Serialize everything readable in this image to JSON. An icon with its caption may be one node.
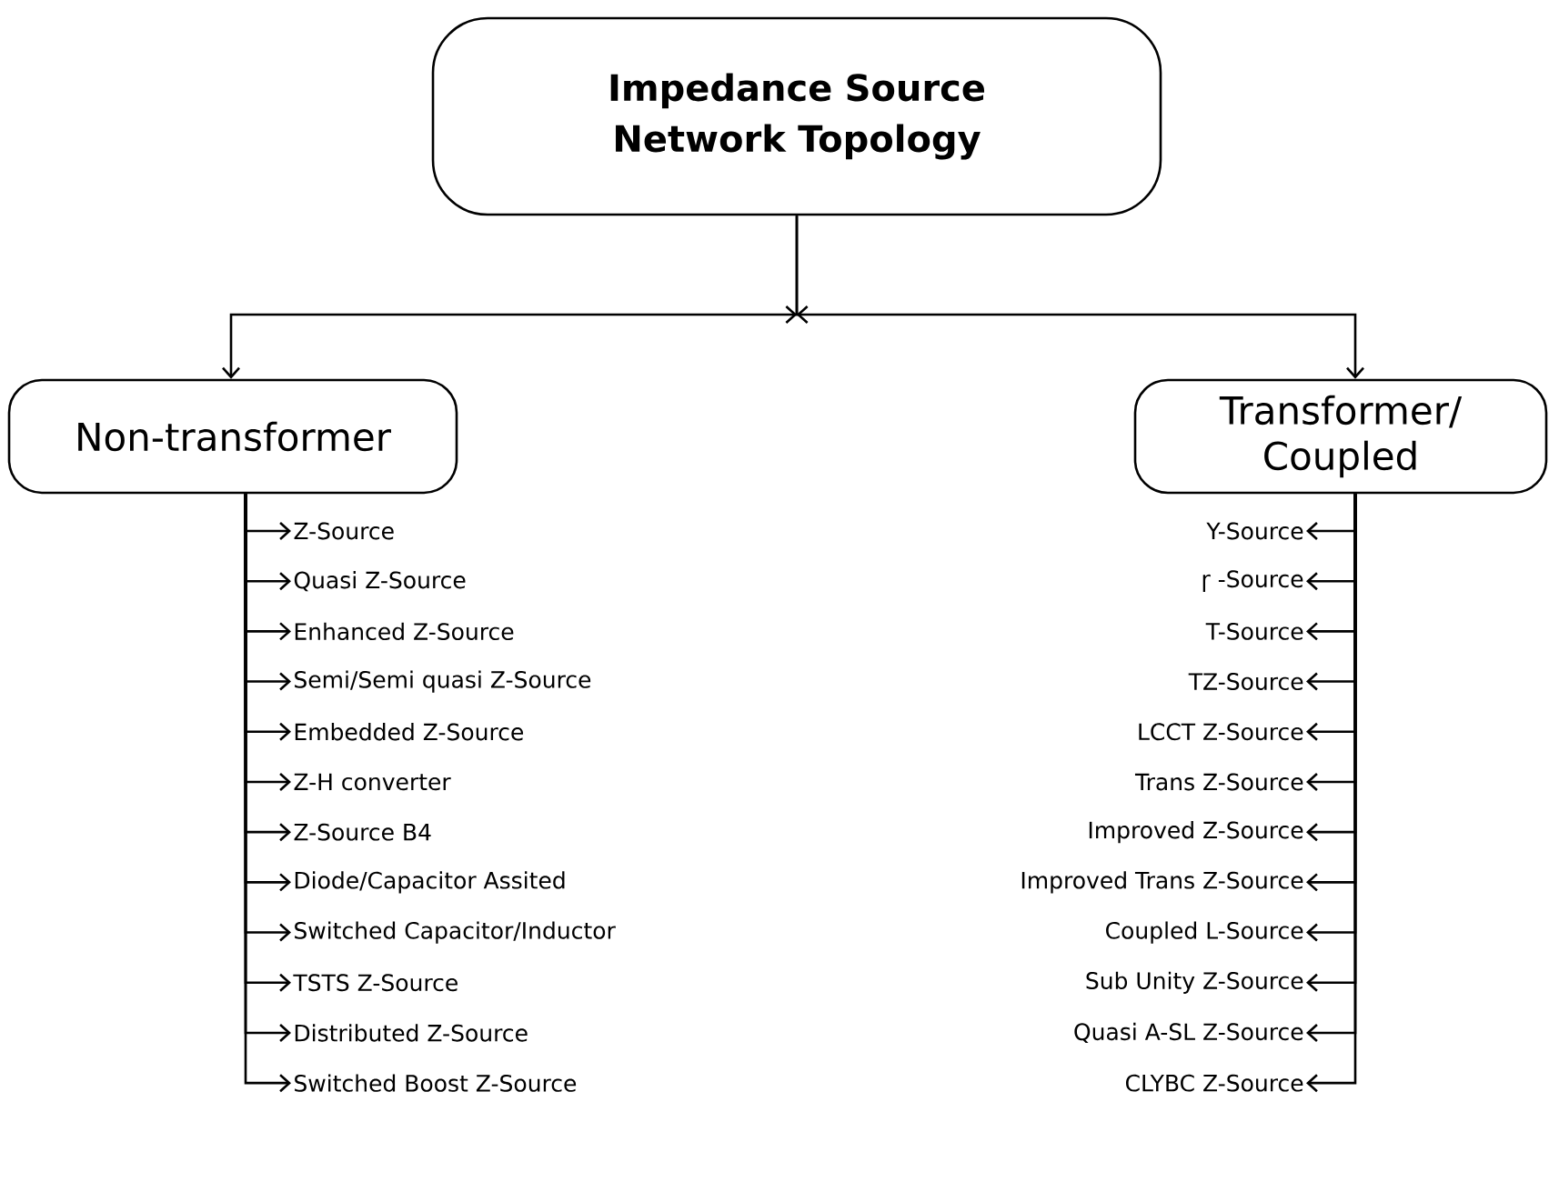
{
  "diagram": {
    "nodes": [
      {
        "text": [
          "Impedance Source Network Topology"
        ]
      },
      {
        "text": [
          "Non-transformer"
        ]
      },
      {
        "text": [
          "Transformer/ Coupled"
        ]
      },
      {
        "text": [
          "Z-Source"
        ]
      },
      {
        "text": [
          "Quasi Z-Source"
        ]
      },
      {
        "text": [
          "Enhanced Z-Source"
        ]
      },
      {
        "text": [
          "Semi/Semi quasi Z-Source"
        ]
      },
      {
        "text": [
          "Embedded Z-Source"
        ]
      },
      {
        "text": [
          "Z-H converter"
        ]
      },
      {
        "text": [
          "Z-Source B4"
        ]
      },
      {
        "text": [
          "Diode/Capacitor Assited"
        ]
      },
      {
        "text": [
          "Switched Capacitor/Inductor"
        ]
      },
      {
        "text": [
          "TSTS Z-Source"
        ]
      },
      {
        "text": [
          "Distributed Z-Source"
        ]
      },
      {
        "text": [
          "Switched Boost Z-Source"
        ]
      },
      {
        "text": [
          "Y-Source"
        ]
      },
      {
        "text": [
          "ɼ -Source"
        ]
      },
      {
        "text": [
          "T-Source"
        ]
      },
      {
        "text": [
          "TZ-Source"
        ]
      },
      {
        "text": [
          "LCCT Z-Source"
        ]
      },
      {
        "text": [
          "Trans Z-Source"
        ]
      },
      {
        "text": [
          "Improved Z-Source"
        ]
      },
      {
        "text": [
          "Improved Trans Z-Source"
        ]
      },
      {
        "text": [
          "Coupled L-Source"
        ]
      },
      {
        "text": [
          "Sub Unity Z-Source"
        ]
      },
      {
        "text": [
          "Quasi A-SL Z-Source"
        ]
      },
      {
        "text": [
          "CLYBC Z-Source"
        ]
      }
    ],
    "edges": [
      {
        "from": 0,
        "to": 1,
        "arrow": "to"
      },
      {
        "from": 0,
        "to": 2,
        "arrow": "to"
      },
      {
        "from": 1,
        "to": 3,
        "arrow": "to"
      },
      {
        "from": 1,
        "to": 4,
        "arrow": "to"
      },
      {
        "from": 1,
        "to": 5,
        "arrow": "to"
      },
      {
        "from": 1,
        "to": 6,
        "arrow": "to"
      },
      {
        "from": 1,
        "to": 7,
        "arrow": "to"
      },
      {
        "from": 1,
        "to": 8,
        "arrow": "to"
      },
      {
        "from": 1,
        "to": 9,
        "arrow": "to"
      },
      {
        "from": 1,
        "to": 10,
        "arrow": "to"
      },
      {
        "from": 1,
        "to": 11,
        "arrow": "to"
      },
      {
        "from": 1,
        "to": 12,
        "arrow": "to"
      },
      {
        "from": 1,
        "to": 13,
        "arrow": "to"
      },
      {
        "from": 1,
        "to": 14,
        "arrow": "to"
      },
      {
        "from": 2,
        "to": 15,
        "arrow": "to"
      },
      {
        "from": 2,
        "to": 16,
        "arrow": "to"
      },
      {
        "from": 2,
        "to": 17,
        "arrow": "to"
      },
      {
        "from": 2,
        "to": 18,
        "arrow": "to"
      },
      {
        "from": 2,
        "to": 19,
        "arrow": "to"
      },
      {
        "from": 2,
        "to": 20,
        "arrow": "to"
      },
      {
        "from": 2,
        "to": 21,
        "arrow": "to"
      },
      {
        "from": 2,
        "to": 22,
        "arrow": "to"
      },
      {
        "from": 2,
        "to": 23,
        "arrow": "to"
      },
      {
        "from": 2,
        "to": 24,
        "arrow": "to"
      },
      {
        "from": 2,
        "to": 25,
        "arrow": "to"
      },
      {
        "from": 2,
        "to": 26,
        "arrow": "to"
      }
    ]
  }
}
